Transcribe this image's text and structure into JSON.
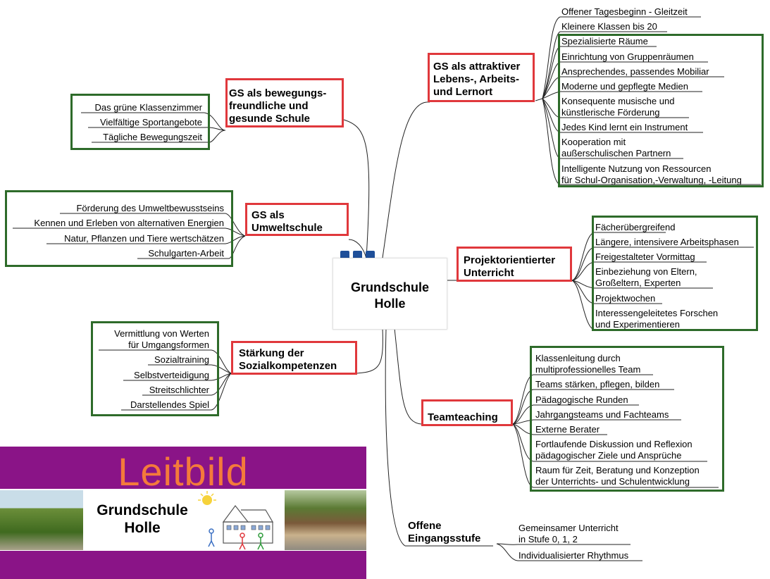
{
  "center": {
    "title": "Grundschule\nHolle"
  },
  "branches": {
    "attraktiv": {
      "title": "GS als attraktiver\nLebens-, Arbeits-\nund Lernort",
      "items": [
        "Offener Tagesbeginn - Gleitzeit",
        "Kleinere Klassen bis 20",
        "Spezialisierte Räume",
        "Einrichtung von Gruppenräumen",
        "Ansprechendes, passendes Mobiliar",
        "Moderne und gepflegte Medien",
        "Konsequente musische und\nkünstlerische Förderung",
        "Jedes Kind lernt ein Instrument",
        "Kooperation mit\naußerschulischen Partnern",
        "Intelligente Nutzung von Ressourcen\nfür Schul-Organisation,-Verwaltung, -Leitung"
      ]
    },
    "bewegung": {
      "title": "GS als bewegungs-\nfreundliche und\ngesunde Schule",
      "items": [
        "Das grüne Klassenzimmer",
        "Vielfältige Sportangebote",
        "Tägliche Bewegungszeit"
      ]
    },
    "umwelt": {
      "title": "GS als\nUmweltschule",
      "items": [
        "Förderung des Umweltbewusstseins",
        "Kennen und Erleben von alternativen Energien",
        "Natur, Pflanzen und Tiere wertschätzen",
        "Schulgarten-Arbeit"
      ]
    },
    "projekt": {
      "title": "Projektorientierter\nUnterricht",
      "items": [
        "Fächerübergreifend",
        "Längere, intensivere Arbeitsphasen",
        "Freigestalteter Vormittag",
        "Einbeziehung von Eltern,\nGroßeltern, Experten",
        "Projektwochen",
        "Interessengeleitetes Forschen\nund Experimentieren"
      ]
    },
    "sozial": {
      "title": "Stärkung der\nSozialkompetenzen",
      "items": [
        "Vermittlung von Werten\nfür Umgangsformen",
        "Sozialtraining",
        "Selbstverteidigung",
        "Streitschlichter",
        "Darstellendes Spiel"
      ]
    },
    "team": {
      "title": "Teamteaching",
      "items": [
        "Klassenleitung durch\nmultiprofessionelles Team",
        "Teams stärken, pflegen, bilden",
        "Pädagogische Runden",
        "Jahrgangsteams und Fachteams",
        "Externe Berater",
        "Fortlaufende Diskussion und Reflexion\npädagogischer Ziele und Ansprüche",
        "Raum für Zeit, Beratung und Konzeption\nder Unterrichts- und Schulentwicklung"
      ]
    },
    "eingang": {
      "title": "Offene\nEingangsstufe",
      "items": [
        "Gemeinsamer Unterricht\nin Stufe 0, 1, 2",
        "Individualisierter Rhythmus"
      ]
    }
  },
  "banner": {
    "word": "Leitbild",
    "logo_text": "Grundschule\nHolle",
    "background_color": "#8a1487",
    "word_color": "#f47a3b"
  },
  "colors": {
    "topic_border": "#e0383c",
    "group_border": "#2e6b2a",
    "accent": "#1f4f99"
  }
}
